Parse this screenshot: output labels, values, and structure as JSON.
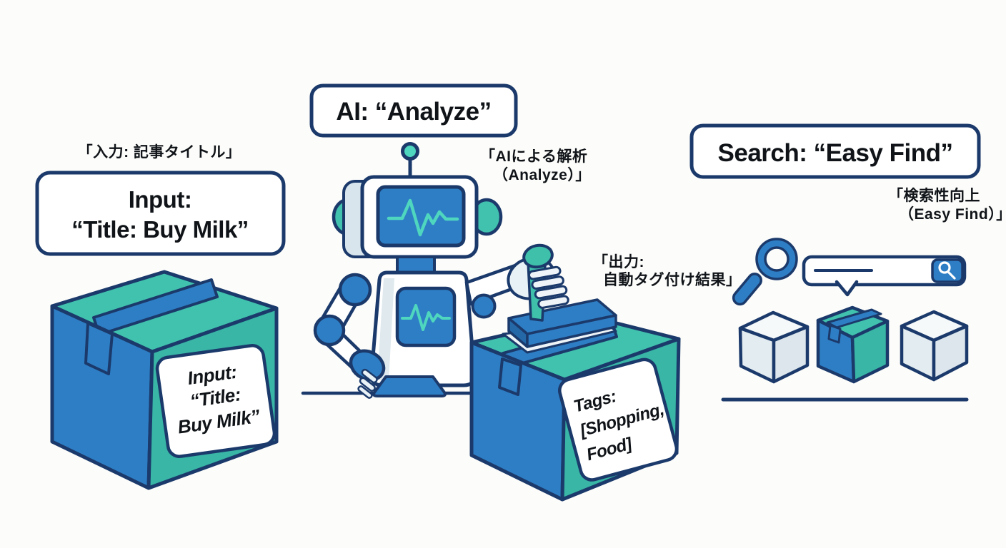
{
  "captions": {
    "input_jp": "「入力: 記事タイトル」",
    "analyze_jp1": "「AIによる解析",
    "analyze_jp2": "（Analyze）」",
    "output_jp1": "「出力:",
    "output_jp2": "自動タグ付け結果」",
    "search_jp1": "「検索性向上",
    "search_jp2": "（Easy Find）」"
  },
  "callouts": {
    "input1": "Input:",
    "input2": "“Title: Buy Milk”",
    "ai": "AI: “Analyze”",
    "search": "Search: “Easy Find”"
  },
  "box_labels": {
    "input": [
      "Input:",
      "“Title:",
      "Buy Milk”"
    ],
    "output": [
      "Tags:",
      "[Shopping,",
      "Food]"
    ]
  },
  "icons": {
    "antenna": "robot-antenna",
    "magnifier": "magnifying-glass",
    "search_button": "search",
    "stamp": "tag-stamp",
    "waveform": "analysis-waveform"
  },
  "colors": {
    "outline_navy": "#1b3a6b",
    "blue": "#2e7ec5",
    "blue_dark": "#2468a8",
    "teal": "#39b6a6",
    "teal_top": "#41c2ae",
    "teal_bright": "#4fd6bf",
    "light_panel": "#e2ecf1",
    "background": "#fcfcfa",
    "text": "#101418"
  }
}
